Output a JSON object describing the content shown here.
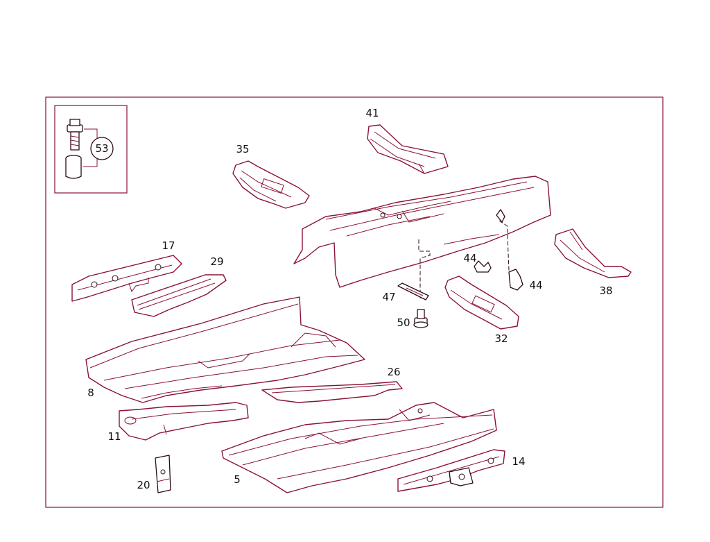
{
  "callouts": {
    "p53": "53",
    "p41": "41",
    "p35": "35",
    "p17": "17",
    "p29": "29",
    "p44a": "44",
    "p44b": "44",
    "p38": "38",
    "p47": "47",
    "p50": "50",
    "p32": "32",
    "p8": "8",
    "p26": "26",
    "p11": "11",
    "p14": "14",
    "p20": "20",
    "p5": "5"
  },
  "colors": {
    "line": "#8a1233",
    "frame": "#8a1233",
    "text": "#111111"
  }
}
